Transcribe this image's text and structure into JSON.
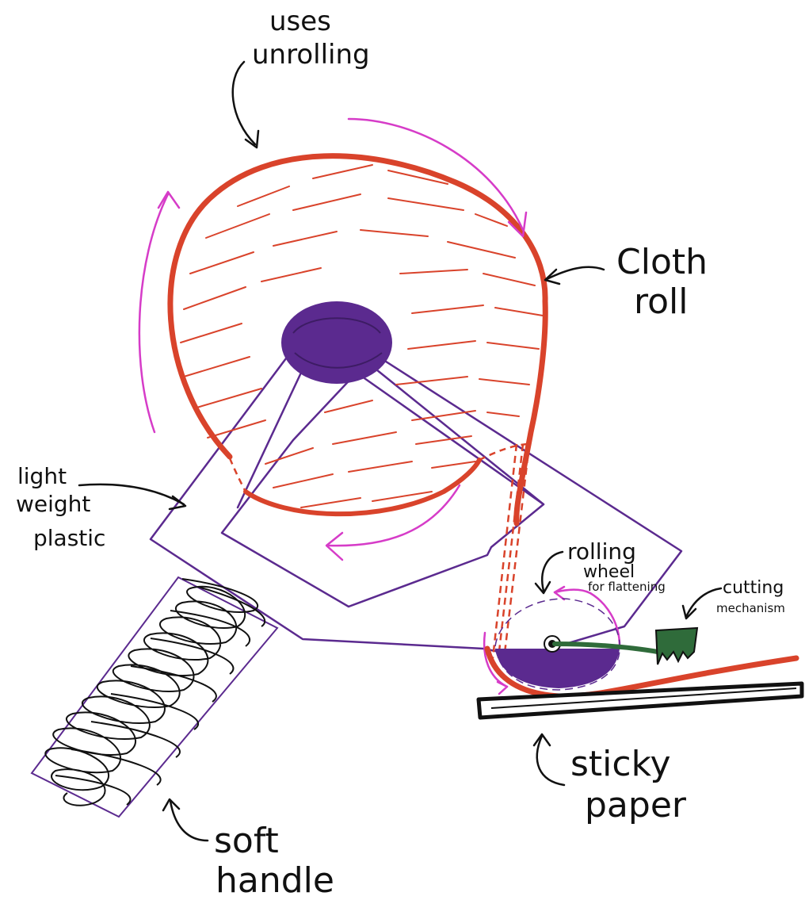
{
  "labels": {
    "uses_unrolling": [
      "uses",
      "unrolling"
    ],
    "cloth_roll": [
      "Cloth",
      "roll"
    ],
    "light_weight_plastic": [
      "light",
      "weight",
      "plastic"
    ],
    "rolling_wheel": [
      "rolling",
      "wheel",
      "for flattening"
    ],
    "cutting_mechanism": [
      "cutting",
      "mechanism"
    ],
    "sticky_paper": [
      "sticky",
      "paper"
    ],
    "soft_handle": [
      "soft",
      "handle"
    ]
  },
  "colors": {
    "cloth": "#d9432b",
    "hub": "#5b2a8f",
    "frame": "#5b2a8f",
    "rotation_arrows": "#d63cc8",
    "annotation": "#111111",
    "handle_scribble": "#111111",
    "cutter_blade": "#2f6b3a",
    "sticky_paper_board": "#111111"
  },
  "icons": {
    "rotation": "curved-arrow-icon",
    "pointer": "hand-drawn-arrow-icon"
  }
}
